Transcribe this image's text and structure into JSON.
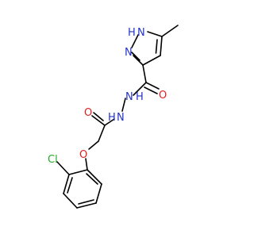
{
  "molecule": {
    "atoms": [
      {
        "id": "N1",
        "label": "N",
        "color": "#2233cc"
      },
      {
        "id": "H1",
        "label": "H",
        "color": "#2233cc"
      },
      {
        "id": "N2",
        "label": "N",
        "color": "#2233cc"
      },
      {
        "id": "O1",
        "label": "O",
        "color": "#e02020"
      },
      {
        "id": "N3",
        "label": "N",
        "color": "#2233cc"
      },
      {
        "id": "H3",
        "label": "H",
        "color": "#2233cc"
      },
      {
        "id": "N4",
        "label": "N",
        "color": "#2233cc"
      },
      {
        "id": "H4",
        "label": "H",
        "color": "#2233cc"
      },
      {
        "id": "O2",
        "label": "O",
        "color": "#e02020"
      },
      {
        "id": "O3",
        "label": "O",
        "color": "#e02020"
      },
      {
        "id": "Cl",
        "label": "Cl",
        "color": "#22aa22"
      }
    ]
  }
}
